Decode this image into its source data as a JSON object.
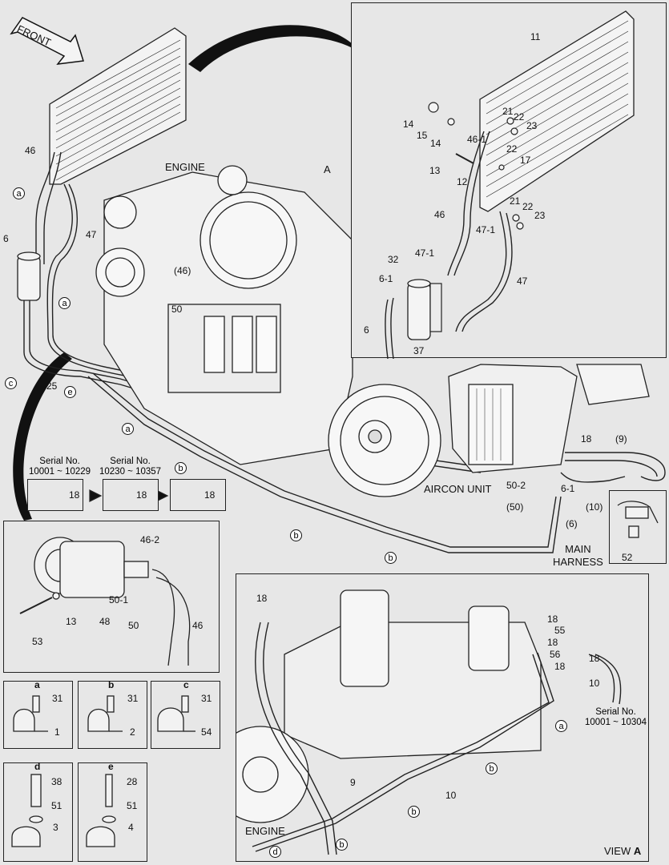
{
  "front_arrow_label": "FRONT",
  "engine_labels": {
    "top": "ENGINE",
    "view_a": "ENGINE"
  },
  "aircon_unit": "AIRCON UNIT",
  "main_harness": "MAIN\nHARNESS",
  "view_label": "VIEW",
  "view_letter": "A",
  "arrow_a": "A",
  "serial_blocks": {
    "left": [
      "Serial No.",
      "10001 ~ 10229"
    ],
    "right": [
      "Serial No.",
      "10230 ~ 10357"
    ],
    "view_a": [
      "Serial No.",
      "10001 ~ 10304"
    ]
  },
  "callouts": {
    "c46": "46",
    "c47": "47",
    "c6": "6",
    "c25": "25",
    "c46p": "(46)",
    "c50": "50",
    "c18": "18",
    "c18b": "18",
    "c18c": "18",
    "c50_2": "50-2",
    "c6_1": "6-1",
    "c50p": "(50)",
    "c6p": "(6)",
    "c10p": "(10)",
    "c9p": "(9)",
    "c52": "52",
    "i11": "11",
    "i14a": "14",
    "i14b": "14",
    "i15": "15",
    "i21a": "21",
    "i22a": "22",
    "i23a": "23",
    "i46_1": "46-1",
    "i22b": "22",
    "i17": "17",
    "i13": "13",
    "i12": "12",
    "i46": "46",
    "i21b": "21",
    "i22c": "22",
    "i23b": "23",
    "i47_1a": "47-1",
    "i47_1b": "47-1",
    "i32": "32",
    "i6_1": "6-1",
    "i47": "47",
    "i6": "6",
    "i37": "37",
    "k46_2": "46-2",
    "k50_1": "50-1",
    "k13": "13",
    "k48": "48",
    "k50": "50",
    "k46": "46",
    "k53": "53",
    "d31a": "31",
    "d1": "1",
    "d31b": "31",
    "d2": "2",
    "d31c": "31",
    "d54": "54",
    "d38": "38",
    "d51a": "51",
    "d3": "3",
    "d28": "28",
    "d51b": "51",
    "d4": "4",
    "v18a": "18",
    "v18b": "18",
    "v55": "55",
    "v18c": "18",
    "v56": "56",
    "v18d": "18",
    "v18e": "18",
    "v10": "10",
    "v9": "9",
    "v10b": "10"
  },
  "clamp_letters": [
    "a",
    "b",
    "c",
    "d",
    "e"
  ]
}
